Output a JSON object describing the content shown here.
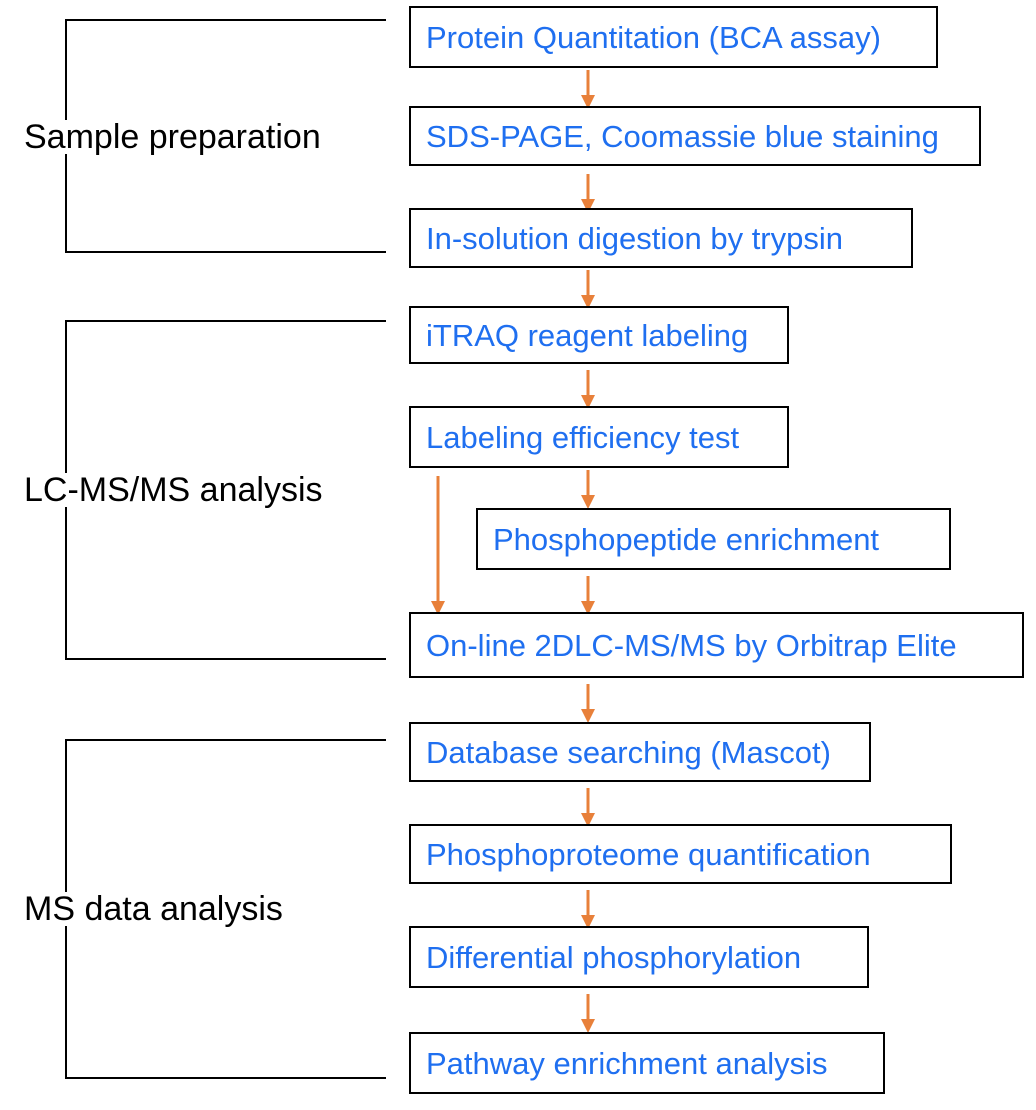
{
  "colors": {
    "step_text": "#1f6ff0",
    "arrow": "#e8803a",
    "border": "#000000",
    "stage_text": "#000000"
  },
  "stages": [
    {
      "label": "Sample preparation"
    },
    {
      "label": "LC-MS/MS analysis"
    },
    {
      "label": "MS data analysis"
    }
  ],
  "steps": [
    {
      "label": "Protein Quantitation (BCA assay)"
    },
    {
      "label": "SDS-PAGE, Coomassie blue staining"
    },
    {
      "label": "In-solution digestion by trypsin"
    },
    {
      "label": "iTRAQ reagent labeling"
    },
    {
      "label": "Labeling efficiency test"
    },
    {
      "label": "Phosphopeptide enrichment"
    },
    {
      "label": "On-line 2DLC-MS/MS by Orbitrap Elite"
    },
    {
      "label": "Database searching (Mascot)"
    },
    {
      "label": "Phosphoproteome quantification"
    },
    {
      "label": "Differential phosphorylation"
    },
    {
      "label": "Pathway enrichment analysis"
    }
  ]
}
